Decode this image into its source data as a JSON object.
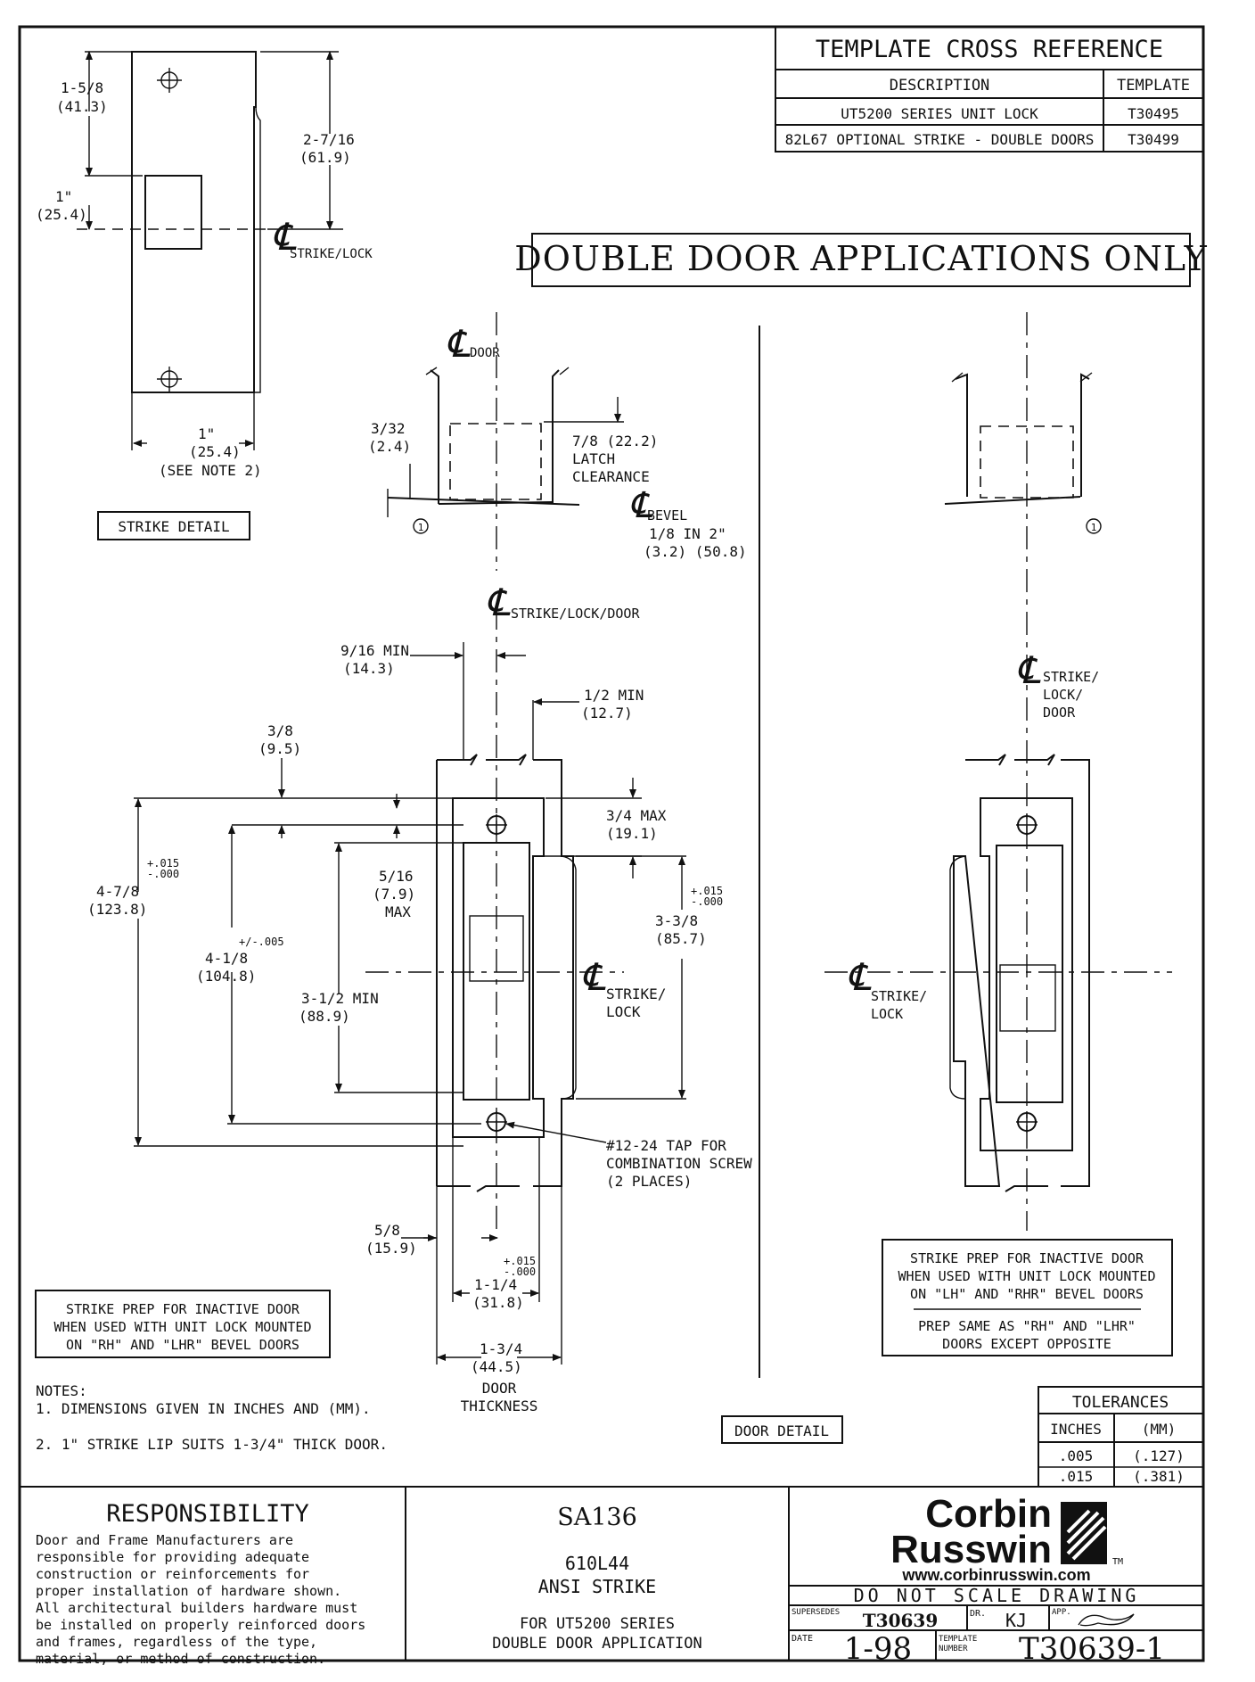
{
  "cross_reference": {
    "title": "TEMPLATE CROSS REFERENCE",
    "headers": [
      "DESCRIPTION",
      "TEMPLATE"
    ],
    "rows": [
      [
        "UT5200 SERIES UNIT LOCK",
        "T30495"
      ],
      [
        "82L67 OPTIONAL STRIKE - DOUBLE DOORS",
        "T30499"
      ]
    ]
  },
  "banner": "DOUBLE DOOR APPLICATIONS ONLY",
  "strike_detail": {
    "label": "STRIKE DETAIL",
    "dim_top": "1-5/8",
    "dim_top_mm": "(41.3)",
    "dim_sq": "1\"",
    "dim_sq_mm": "(25.4)",
    "dim_cl": "2-7/16",
    "dim_cl_mm": "(61.9)",
    "cl_label": "STRIKE/LOCK",
    "dim_lip": "1\"",
    "dim_lip_mm": "(25.4)",
    "dim_lip_note": "(SEE NOTE 2)"
  },
  "bevel_detail": {
    "cl_door": "DOOR",
    "dim_3_32": "3/32",
    "dim_3_32_mm": "(2.4)",
    "latch": "7/8 (22.2)",
    "latch_l1": "LATCH",
    "latch_l2": "CLEARANCE",
    "bevel": "BEVEL",
    "bevel_rate": "1/8 IN 2\"",
    "bevel_mm": "(3.2) (50.8)",
    "note_num": "1"
  },
  "door_detail": {
    "label": "DOOR DETAIL",
    "cl_top": "STRIKE/LOCK/DOOR",
    "d_9_16": "9/16 MIN",
    "d_9_16_mm": "(14.3)",
    "d_1_2": "1/2 MIN",
    "d_1_2_mm": "(12.7)",
    "d_3_8": "3/8",
    "d_3_8_mm": "(9.5)",
    "d_3_4": "3/4 MAX",
    "d_3_4_mm": "(19.1)",
    "tol_a1": "+.015",
    "tol_a2": "-.000",
    "d_4_7_8": "4-7/8",
    "d_4_7_8_mm": "(123.8)",
    "d_5_16": "5/16",
    "d_5_16_mm": "(7.9)",
    "d_5_16_max": "MAX",
    "tol_b": "+/-.005",
    "d_4_1_8": "4-1/8",
    "d_4_1_8_mm": "(104.8)",
    "tol_c1": "+.015",
    "tol_c2": "-.000",
    "d_3_3_8": "3-3/8",
    "d_3_3_8_mm": "(85.7)",
    "d_3_1_2": "3-1/2 MIN",
    "d_3_1_2_mm": "(88.9)",
    "cl_mid_1": "STRIKE/",
    "cl_mid_2": "LOCK",
    "tap_1": "#12-24 TAP FOR",
    "tap_2": "COMBINATION SCREW",
    "tap_3": "(2 PLACES)",
    "d_5_8": "5/8",
    "d_5_8_mm": "(15.9)",
    "tol_d1": "+.015",
    "tol_d2": "-.000",
    "d_1_1_4": "1-1/4",
    "d_1_1_4_mm": "(31.8)",
    "d_1_3_4": "1-3/4",
    "d_1_3_4_mm": "(44.5)",
    "door_1": "DOOR",
    "door_2": "THICKNESS"
  },
  "right_detail": {
    "cl_top_1": "STRIKE/",
    "cl_top_2": "LOCK/",
    "cl_top_3": "DOOR",
    "cl_mid_1": "STRIKE/",
    "cl_mid_2": "LOCK",
    "note_num": "1"
  },
  "note_left": [
    "STRIKE PREP FOR INACTIVE DOOR",
    "WHEN USED WITH UNIT LOCK MOUNTED",
    "ON \"RH\" AND \"LHR\" BEVEL DOORS"
  ],
  "note_right": [
    "STRIKE PREP FOR INACTIVE DOOR",
    "WHEN USED WITH UNIT LOCK MOUNTED",
    "ON \"LH\" AND \"RHR\" BEVEL DOORS",
    "PREP SAME AS \"RH\" AND \"LHR\"",
    "DOORS EXCEPT OPPOSITE"
  ],
  "notes": {
    "title": "NOTES:",
    "items": [
      "1.  DIMENSIONS GIVEN IN INCHES AND (MM).",
      "2.  1\" STRIKE LIP SUITS 1-3/4\" THICK DOOR."
    ]
  },
  "tolerances": {
    "title": "TOLERANCES",
    "headers": [
      "INCHES",
      "(MM)"
    ],
    "rows": [
      [
        ".005",
        "(.127)"
      ],
      [
        ".015",
        "(.381)"
      ]
    ]
  },
  "title_block": {
    "resp_title": "RESPONSIBILITY",
    "resp_text": [
      "Door and Frame Manufacturers are",
      "responsible for providing adequate",
      "construction or reinforcements for",
      "proper installation of hardware shown.",
      "All architectural builders hardware must",
      "be installed on properly reinforced doors",
      "and frames, regardless of the type,",
      "material, or method of construction."
    ],
    "code": "SA136",
    "product": "610L44",
    "product_name": "ANSI STRIKE",
    "for_1": "FOR UT5200 SERIES",
    "for_2": "DOUBLE DOOR APPLICATION",
    "brand_1": "Corbin",
    "brand_2": "Russwin",
    "tm": "TM",
    "url": "www.corbinrusswin.com",
    "do_not_scale": "DO NOT SCALE DRAWING",
    "supersedes_label": "SUPERSEDES",
    "supersedes": "T30639",
    "dr_label": "DR.",
    "dr": "KJ",
    "app_label": "APP.",
    "date_label": "DATE",
    "date": "1-98",
    "template_label_1": "TEMPLATE",
    "template_label_2": "NUMBER",
    "template_number": "T30639-1"
  }
}
